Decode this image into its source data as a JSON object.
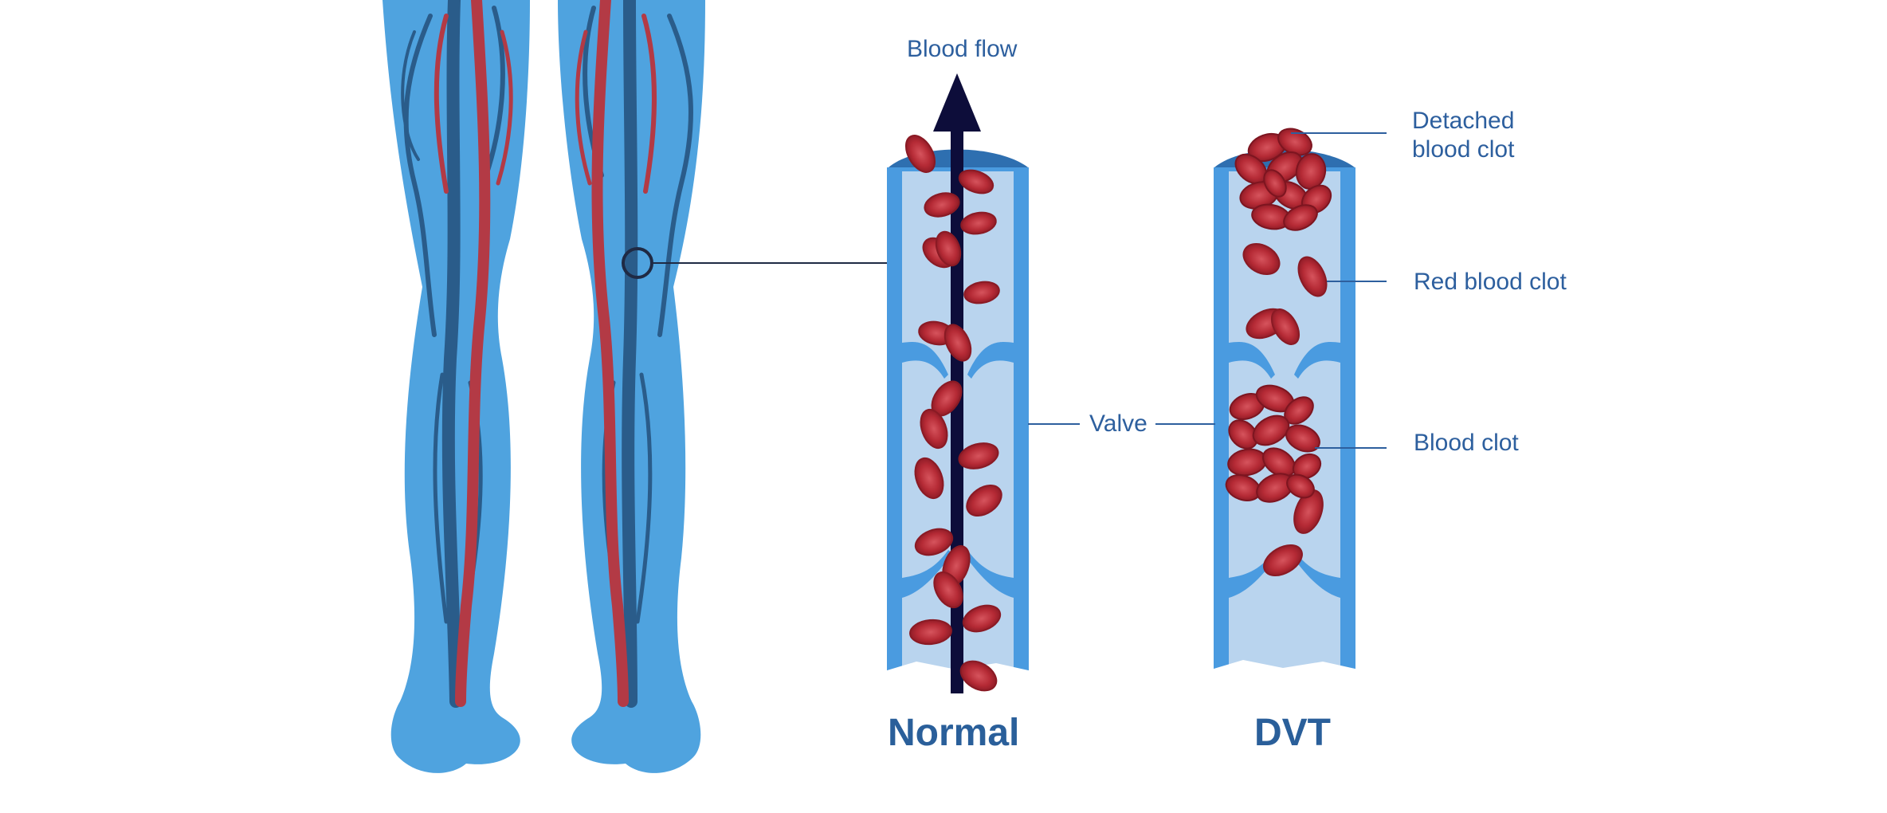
{
  "labels": {
    "blood_flow": "Blood flow",
    "valve": "Valve",
    "detached_clot": "Detached",
    "detached_clot_line2": "blood clot",
    "red_blood_clot": "Red blood clot",
    "blood_clot": "Blood clot"
  },
  "titles": {
    "normal": "Normal",
    "dvt": "DVT"
  },
  "colors": {
    "skin_blue": "#4fa3df",
    "vein_dark": "#2a5c8a",
    "artery_red": "#b33a45",
    "vessel_light": "#b9d4ee",
    "vessel_wall": "#3e8fd6",
    "rbc_red": "#a8202c",
    "arrow_navy": "#0d0d3a",
    "label_blue": "#2d5f9e"
  }
}
